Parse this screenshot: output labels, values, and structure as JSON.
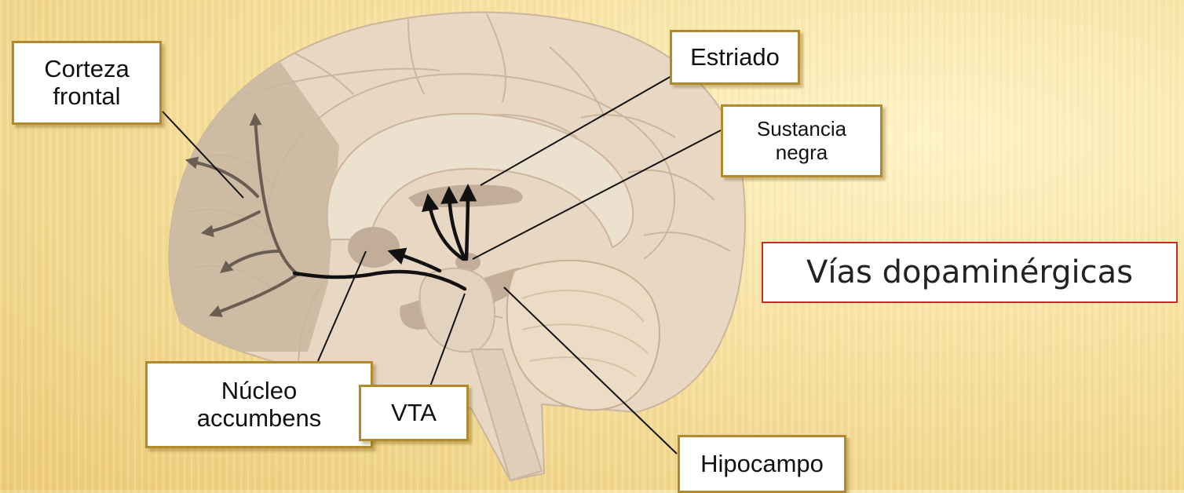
{
  "title": "Vías dopaminérgicas",
  "labels": {
    "corteza_frontal": "Corteza\nfrontal",
    "estriado": "Estriado",
    "sustancia_negra": "Sustancia\nnegra",
    "nucleo_accumbens": "Núcleo\naccumbens",
    "vta": "VTA",
    "hipocampo": "Hipocampo"
  },
  "colors": {
    "brain_fill": "#e8d8c3",
    "brain_outline": "#cbb59c",
    "cortex_shade": "#cdbba4",
    "structure_shade": "#c2ae98",
    "pathway": "#111111",
    "label_border": "#b08a2c",
    "title_border": "#c0302a"
  }
}
